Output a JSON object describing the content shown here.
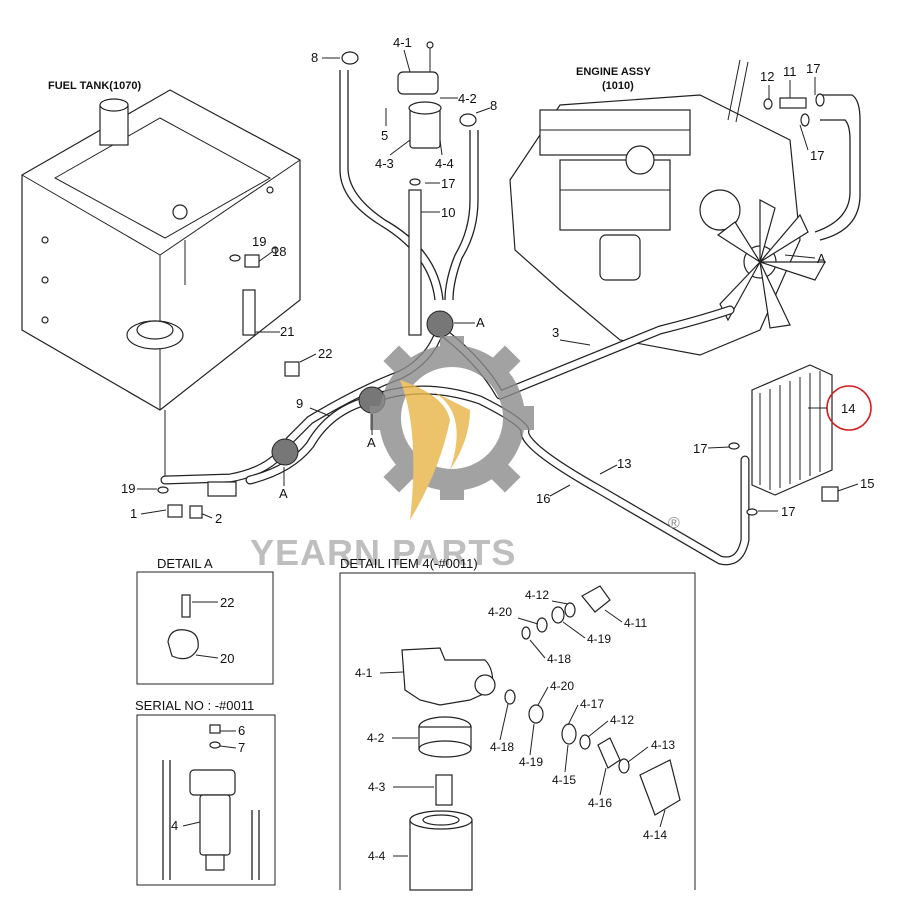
{
  "titles": {
    "fuel_tank": "FUEL TANK(1070)",
    "engine_assy_1": "ENGINE ASSY",
    "engine_assy_2": "(1010)",
    "detail_a": "DETAIL  A",
    "serial_no": "SERIAL NO : -#0011",
    "detail_item4": "DETAIL ITEM 4(-#0011)"
  },
  "watermark": {
    "text": "YEARN PARTS",
    "registered": "®",
    "colors": {
      "gear": "#8c8c8c",
      "flame": "#e8b547",
      "text": "#8a8a8a"
    }
  },
  "highlight": {
    "part": "14",
    "color": "#d22020"
  },
  "callouts": {
    "main": [
      "8",
      "4-1",
      "4-2",
      "8",
      "5",
      "4-3",
      "4-4",
      "17",
      "10",
      "12",
      "11",
      "17",
      "17",
      "A",
      "19",
      "18",
      "21",
      "22",
      "A",
      "3",
      "9",
      "A",
      "14",
      "17",
      "15",
      "13",
      "16",
      "19",
      "A",
      "17",
      "1",
      "2"
    ],
    "detail_a": [
      "22",
      "20"
    ],
    "serial": [
      "6",
      "7",
      "4"
    ],
    "item4": [
      "4-12",
      "4-11",
      "4-20",
      "4-19",
      "4-18",
      "4-1",
      "4-20",
      "4-17",
      "4-12",
      "4-13",
      "4-2",
      "4-18",
      "4-19",
      "4-15",
      "4-16",
      "4-3",
      "4-14",
      "4-4"
    ]
  }
}
